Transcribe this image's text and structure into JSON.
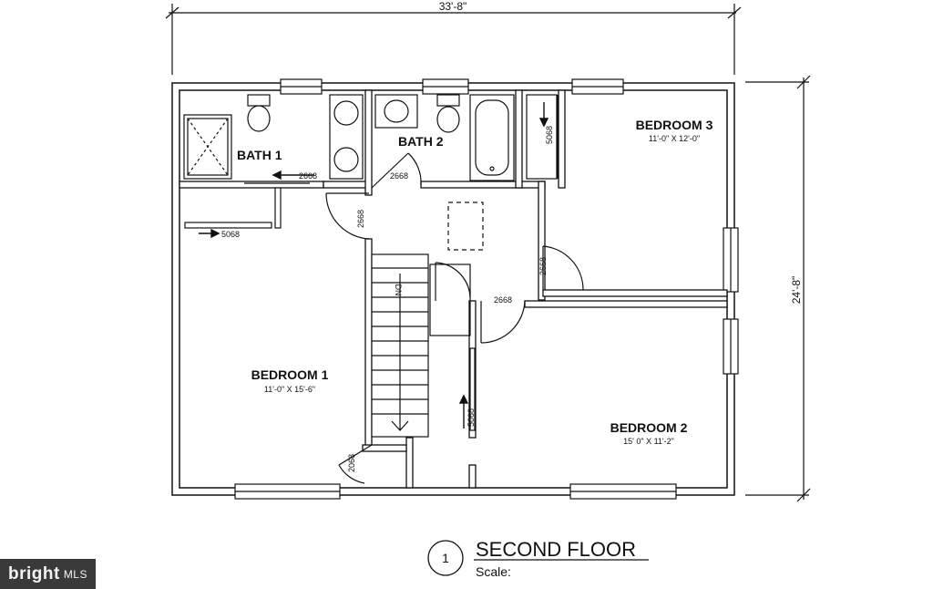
{
  "dimensions": {
    "width": "33'-8\"",
    "depth": "24'-8\""
  },
  "rooms": {
    "bath1": {
      "name": "BATH 1"
    },
    "bath2": {
      "name": "BATH 2"
    },
    "bedroom1": {
      "name": "BEDROOM 1",
      "size": "11'-0\" X 15'-6\""
    },
    "bedroom2": {
      "name": "BEDROOM 2",
      "size": "15' 0\" X 11'-2\""
    },
    "bedroom3": {
      "name": "BEDROOM 3",
      "size": "11'-0\" X 12'-0\""
    }
  },
  "doors": {
    "bath1": "2668",
    "bath2": "2668",
    "bed1": "2668",
    "bed3": "2668",
    "bed2": "2668",
    "bath1_closet": "5068",
    "bed3_closet": "5068",
    "bed2_closet": "5068",
    "bed1_closet": "2068"
  },
  "stair_label": "DN",
  "title": {
    "number": "1",
    "name": "SECOND FLOOR",
    "scale_label": "Scale:"
  },
  "watermark": {
    "text": "bright",
    "suffix": "MLS"
  },
  "colors": {
    "ink": "#111111",
    "wall_fill": "#ffffff",
    "watermark_bg": "#3a3a3a"
  }
}
